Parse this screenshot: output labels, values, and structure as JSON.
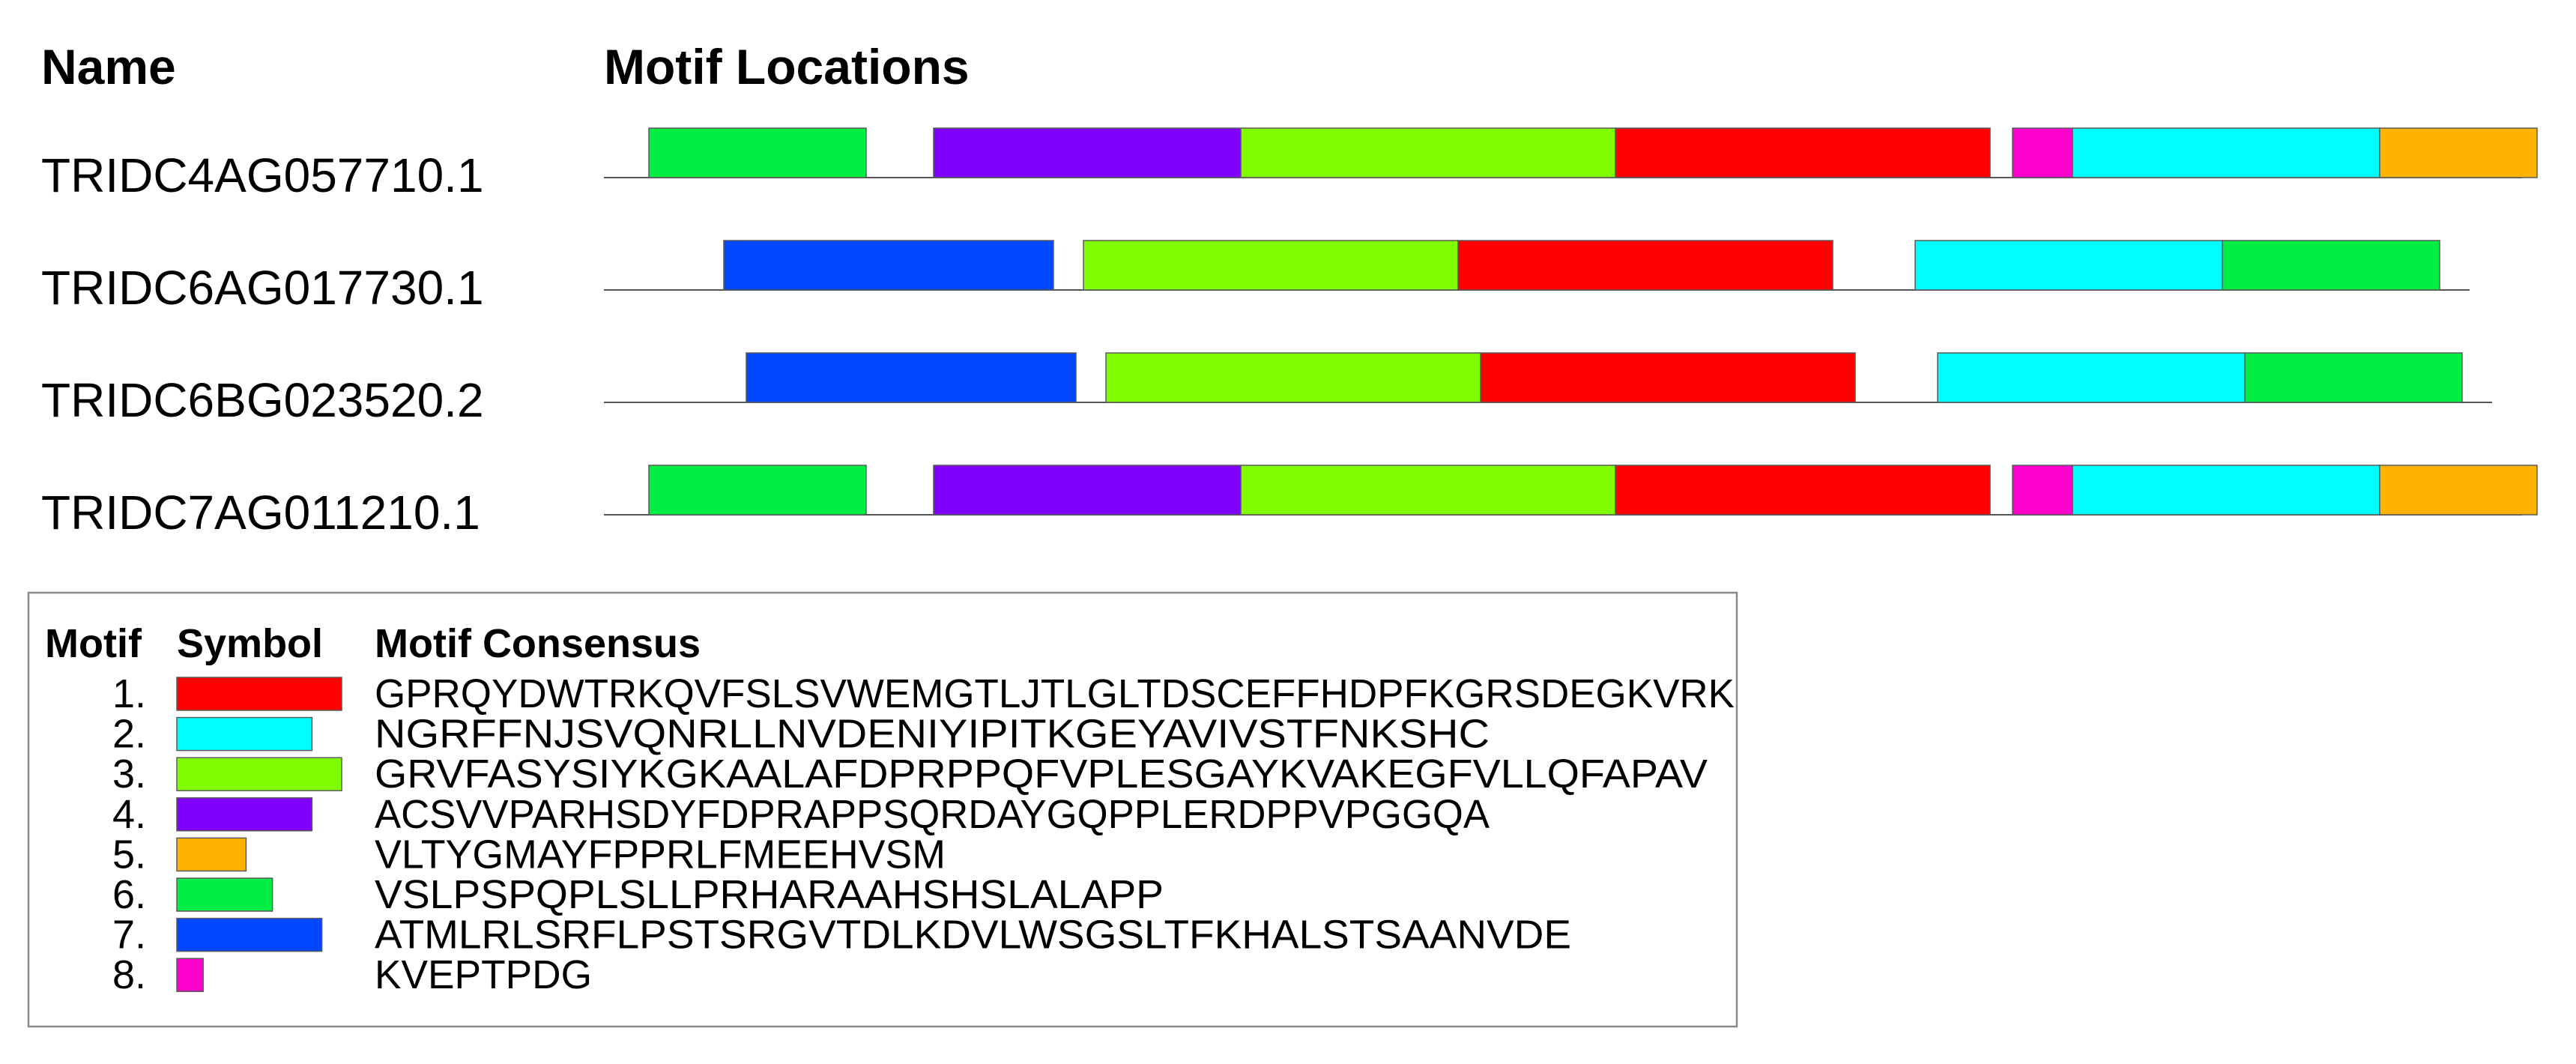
{
  "header": {
    "name_label": "Name",
    "locations_label": "Motif Locations"
  },
  "motifs": [
    {
      "number": "1.",
      "color": "#ff0000",
      "consensus": "GPRQYDWTRKQVFSLSVWEMGTLJTLGLTDSCEFFHDPFKGRSDEGKVRK",
      "length": 50
    },
    {
      "number": "2.",
      "color": "#00ffff",
      "consensus": "NGRFFNJSVQNRLLNVDENIYIPITKGEYAVIVSTFNKSHC",
      "length": 41
    },
    {
      "number": "3.",
      "color": "#80ff00",
      "consensus": "GRVFASYSIYKGKAALAFDPRPPQFVPLESGAYKVAKEGFVLLQFAPAV",
      "length": 50
    },
    {
      "number": "4.",
      "color": "#8000ff",
      "consensus": "ACSVVPARHSDYFDPRAPPSQRDAYGQPPLERDPPVPGGQA",
      "length": 41
    },
    {
      "number": "5.",
      "color": "#ffb300",
      "consensus": "VLTYGMAYFPPRLFMEEHVSM",
      "length": 21
    },
    {
      "number": "6.",
      "color": "#00ee44",
      "consensus": "VSLPSPQPLSLLPRHARAAHSHSLALAPP",
      "length": 29
    },
    {
      "number": "7.",
      "color": "#0048ff",
      "consensus": "ATMLRLSRFLPSTSRGVTDLKDVLWSGSLTFKHALSTSAANVDE",
      "length": 44
    },
    {
      "number": "8.",
      "color": "#ff00cc",
      "consensus": "KVEPTPDG",
      "length": 8
    }
  ],
  "sequences": [
    {
      "name": "TRIDC4AG057710.1",
      "length": 256,
      "sites": [
        {
          "motif": 6,
          "start": 6
        },
        {
          "motif": 4,
          "start": 44
        },
        {
          "motif": 3,
          "start": 85
        },
        {
          "motif": 1,
          "start": 135
        },
        {
          "motif": 8,
          "start": 188
        },
        {
          "motif": 2,
          "start": 196
        },
        {
          "motif": 5,
          "start": 237
        }
      ]
    },
    {
      "name": "TRIDC6AG017730.1",
      "length": 249,
      "sites": [
        {
          "motif": 7,
          "start": 16
        },
        {
          "motif": 3,
          "start": 64
        },
        {
          "motif": 1,
          "start": 114
        },
        {
          "motif": 2,
          "start": 175
        },
        {
          "motif": 6,
          "start": 216
        }
      ]
    },
    {
      "name": "TRIDC6BG023520.2",
      "length": 252,
      "sites": [
        {
          "motif": 7,
          "start": 19
        },
        {
          "motif": 3,
          "start": 67
        },
        {
          "motif": 1,
          "start": 117
        },
        {
          "motif": 2,
          "start": 178
        },
        {
          "motif": 6,
          "start": 219
        }
      ]
    },
    {
      "name": "TRIDC7AG011210.1",
      "length": 256,
      "sites": [
        {
          "motif": 6,
          "start": 6
        },
        {
          "motif": 4,
          "start": 44
        },
        {
          "motif": 3,
          "start": 85
        },
        {
          "motif": 1,
          "start": 135
        },
        {
          "motif": 8,
          "start": 188
        },
        {
          "motif": 2,
          "start": 196
        },
        {
          "motif": 5,
          "start": 237
        }
      ]
    }
  ],
  "legend": {
    "col_motif": "Motif",
    "col_symbol": "Symbol",
    "col_consensus": "Motif Consensus"
  }
}
